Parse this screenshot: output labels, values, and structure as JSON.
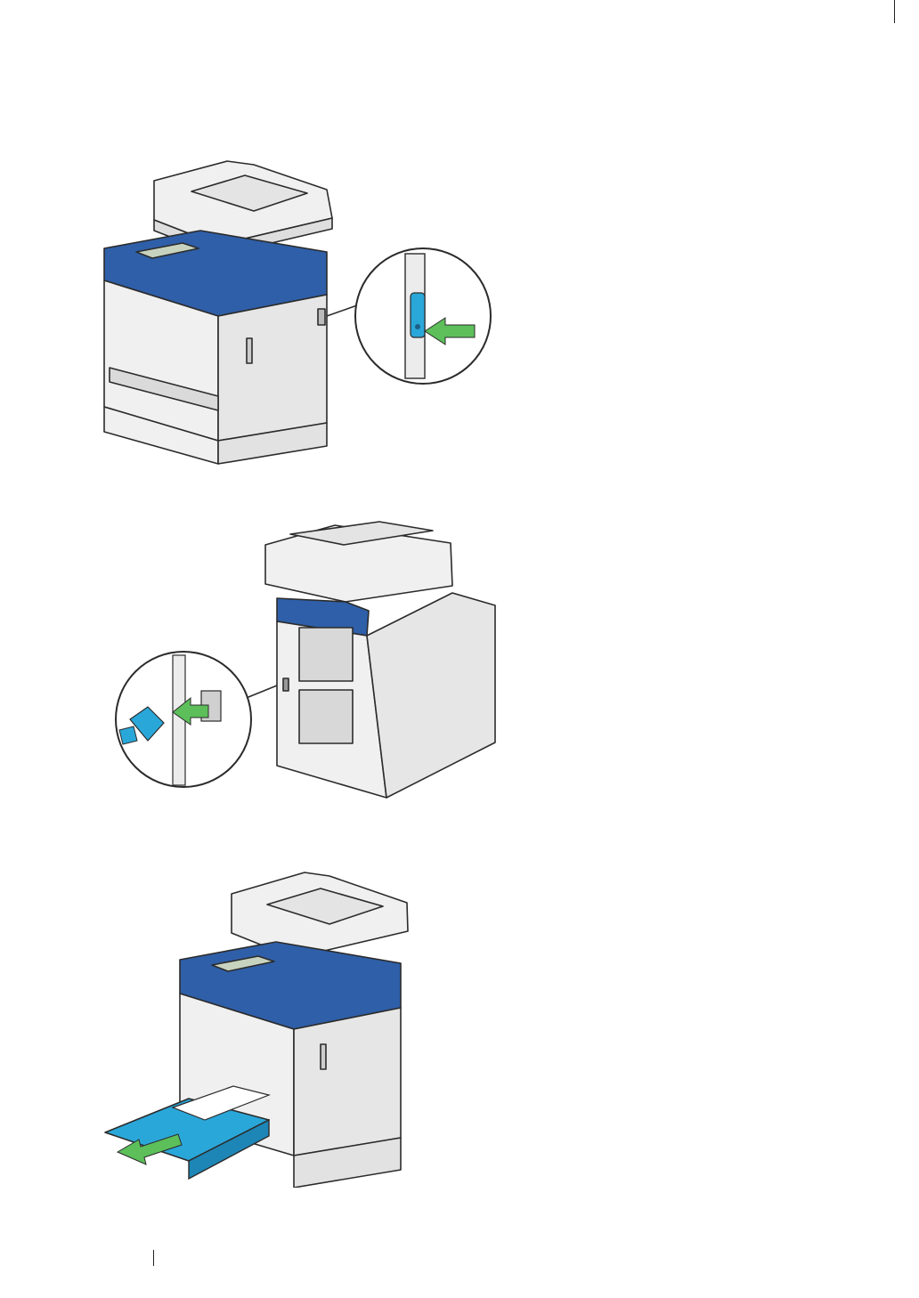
{
  "page": {
    "figures": [
      {
        "name": "power-switch-off",
        "subject": "printer-front-right"
      },
      {
        "name": "unplug-power-cord",
        "subject": "printer-rear"
      },
      {
        "name": "pull-out-paper-tray",
        "subject": "printer-front-tray"
      }
    ]
  },
  "colors": {
    "printer_body": "#f0f0f0",
    "printer_blue": "#2f5fa8",
    "accent_blue": "#2aa7d9",
    "arrow_green": "#5cbf5a",
    "outline": "#2b2b2b",
    "shade": "#d4d4d4"
  },
  "icons": [
    "printer-illustration",
    "power-switch-icon",
    "arrow-icon",
    "power-cord-icon",
    "paper-tray-icon"
  ]
}
